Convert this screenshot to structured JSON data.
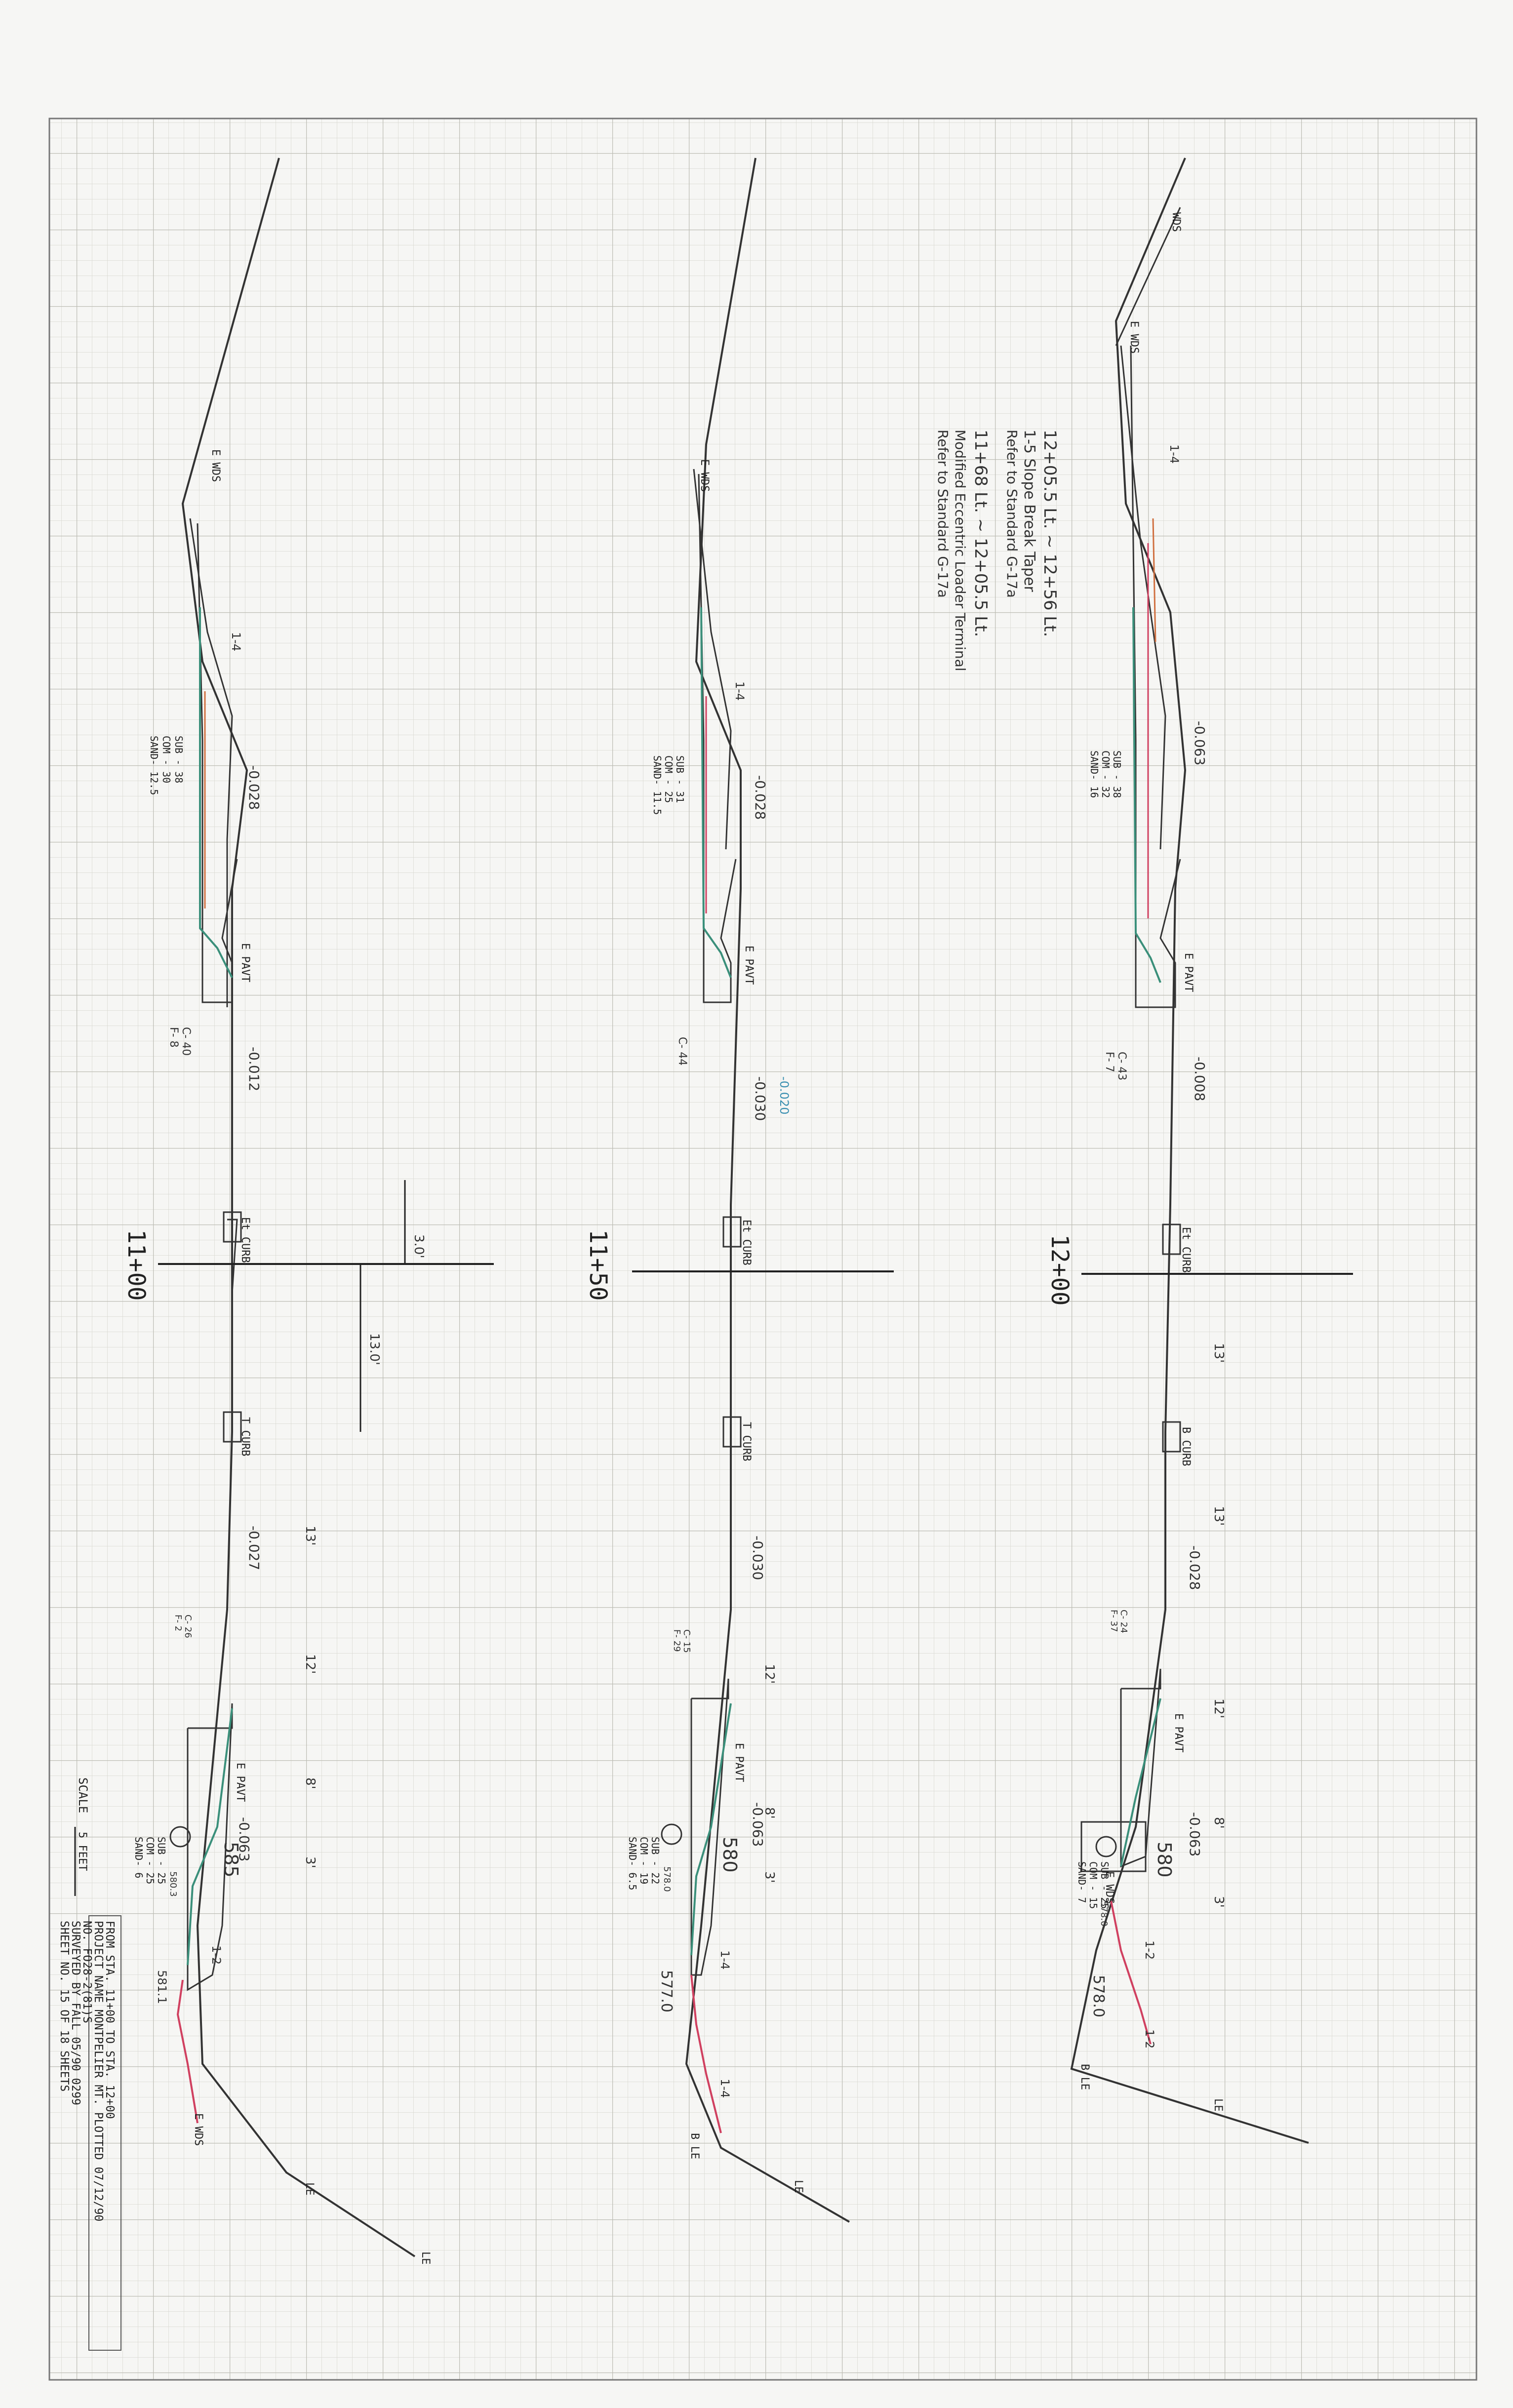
{
  "sections": [
    {
      "station": "11+00",
      "labels": {
        "e_wds": "E WDS",
        "e_pavt_left": "E PAVT",
        "et_curb": "Et CURB",
        "t_curb": "T CURB",
        "e_pavt_right": "E PAVT",
        "e_wds_right": "E WDS",
        "le": "LE",
        "le2": "LE"
      },
      "layers": [
        "SUB - 38",
        "COM - 30",
        "SAND- 12.5"
      ],
      "layers_right": [
        "SUB - 25",
        "COM - 25",
        "SAND- 6"
      ],
      "cut_fill_left": [
        "C- 40",
        "F- 8"
      ],
      "cut_fill_right": [
        "C- 26",
        "F- 2"
      ],
      "slopes": {
        "s1": "-0.028",
        "s2": "-0.012",
        "s3": "-0.027",
        "s4": "-0.063"
      },
      "ratios": {
        "r1": "1-4",
        "r2": "1-2"
      },
      "dims": {
        "d1": "3.0'",
        "d2": "13.0'",
        "d3": "13'",
        "d4": "12'",
        "d5": "8'",
        "d6": "3'"
      },
      "elevations": {
        "e1": "585",
        "e2": "580.3",
        "e3": "581.1"
      }
    },
    {
      "station": "11+50",
      "labels": {
        "e_wds": "E WDS",
        "e_pavt_left": "E PAVT",
        "et_curb": "Et CURB",
        "t_curb": "T CURB",
        "e_pavt_right": "E PAVT",
        "b_le": "B LE",
        "le": "LE"
      },
      "layers": [
        "SUB - 31",
        "COM - 25",
        "SAND- 11.5"
      ],
      "layers_right": [
        "SUB - 22",
        "COM - 19",
        "SAND- 6.5"
      ],
      "cut_fill_left": [
        "C- 44"
      ],
      "cut_fill_right": [
        "C- 15",
        "F- 29"
      ],
      "slopes": {
        "s1": "-0.028",
        "s2": "-0.030",
        "s2b": "-0.020",
        "s3": "-0.030",
        "s4": "-0.063"
      },
      "ratios": {
        "r1": "1-4",
        "r2": "1-4",
        "r3": "1-4"
      },
      "dims": {
        "d4": "12'",
        "d5": "8'",
        "d6": "3'"
      },
      "elevations": {
        "e1": "580",
        "e2": "578.0",
        "e3": "577.0"
      }
    },
    {
      "station": "12+00",
      "labels": {
        "wds": "WDS",
        "e_wds": "E WDS",
        "e_pavt_left": "E PAVT",
        "et_curb": "Et CURB",
        "t_curb": "B CURB",
        "e_pavt_right": "E PAVT",
        "e_wds_right": "E WDS",
        "b_le": "B LE",
        "le": "LE"
      },
      "layers": [
        "SUB - 38",
        "COM - 32",
        "SAND- 16"
      ],
      "layers_right": [
        "SUB - 25",
        "COM - 15",
        "SAND- 7"
      ],
      "cut_fill_left": [
        "C- 43",
        "F- 7"
      ],
      "cut_fill_right": [
        "C- 24",
        "F- 37"
      ],
      "slopes": {
        "s1": "-0.063",
        "s2": "-0.008",
        "s3": "-0.028",
        "s4": "-0.063"
      },
      "ratios": {
        "r1": "1-4",
        "r2": "1-2",
        "r3": "1-2"
      },
      "dims": {
        "d3": "13'",
        "d3b": "13'",
        "d4": "12'",
        "d5": "8'",
        "d6": "3'"
      },
      "elevations": {
        "e1": "580",
        "e2": "578.0",
        "e3": "578.0"
      }
    }
  ],
  "notes": [
    "12+05.5 Lt. ~ 12+56 Lt.",
    "1-5 Slope Break Taper",
    "Refer to Standard G-17a",
    "11+68 Lt. ~ 12+05.5 Lt.",
    "Modified Eccentric Loader Terminal",
    "Refer to Standard G-17a"
  ],
  "title_block": {
    "line1": "FROM STA.  11+00     TO STA.  12+00",
    "line2": "PROJECT NAME   MONTPELIER MT.    PLOTTED 07/12/90",
    "line3": "NO.      FO28-2(81)S",
    "line4": "SURVEYED BY    FALL        05/90   0299",
    "line5": "SHEET NO. 15 OF 18 SHEETS"
  },
  "scale": {
    "label": "SCALE",
    "value": "5 FEET"
  }
}
